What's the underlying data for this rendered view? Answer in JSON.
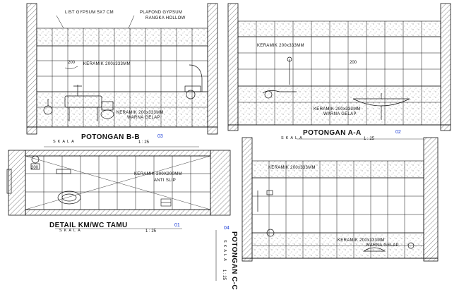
{
  "notes": {
    "list_gypsum": "LIST GYPSUM 5X7 CM",
    "plafond": "PLAFOND GYPSUM",
    "rangka": "RANGKA HOLLOW",
    "keramik_wall_b": "KERAMIK 200x333MM",
    "keramik_wall_a": "KERAMIK 200x333MM",
    "keramik_wall_c": "KERAMIK 200x333MM",
    "keramik_lower_b": "KERAMIK 200x333MM",
    "warna_b": "WARNA GELAP",
    "keramik_lower_a": "KERAMIK 200x333MM",
    "warna_a": "WARNA GELAP",
    "keramik_lower_c": "KERAMIK 200x333MM",
    "warna_c": "WARNA GELAP",
    "keramik_floor": "KERAMIK 200X200MM",
    "anti_slip": "ANTI SLIP",
    "dim_200_b": "200",
    "dim_200_a": "200",
    "dim_200_plan": "200"
  },
  "sections": {
    "bb": {
      "title": "POTONGAN  B-B",
      "skala": "SKALA",
      "scale": "1 : 25",
      "number": "03"
    },
    "aa": {
      "title": "POTONGAN  A-A",
      "skala": "SKALA",
      "scale": "1 : 25",
      "number": "02"
    },
    "plan": {
      "title": "DETAIL KM/WC TAMU",
      "skala": "SKALA",
      "scale": "1 : 25",
      "number": "01"
    },
    "cc": {
      "title": "POTONGAN C-C",
      "skala": "SKALA",
      "scale": "1 : 25",
      "number": "04"
    }
  },
  "colors": {
    "line": "#111111",
    "accent": "#1a3cd6",
    "background": "#ffffff"
  }
}
